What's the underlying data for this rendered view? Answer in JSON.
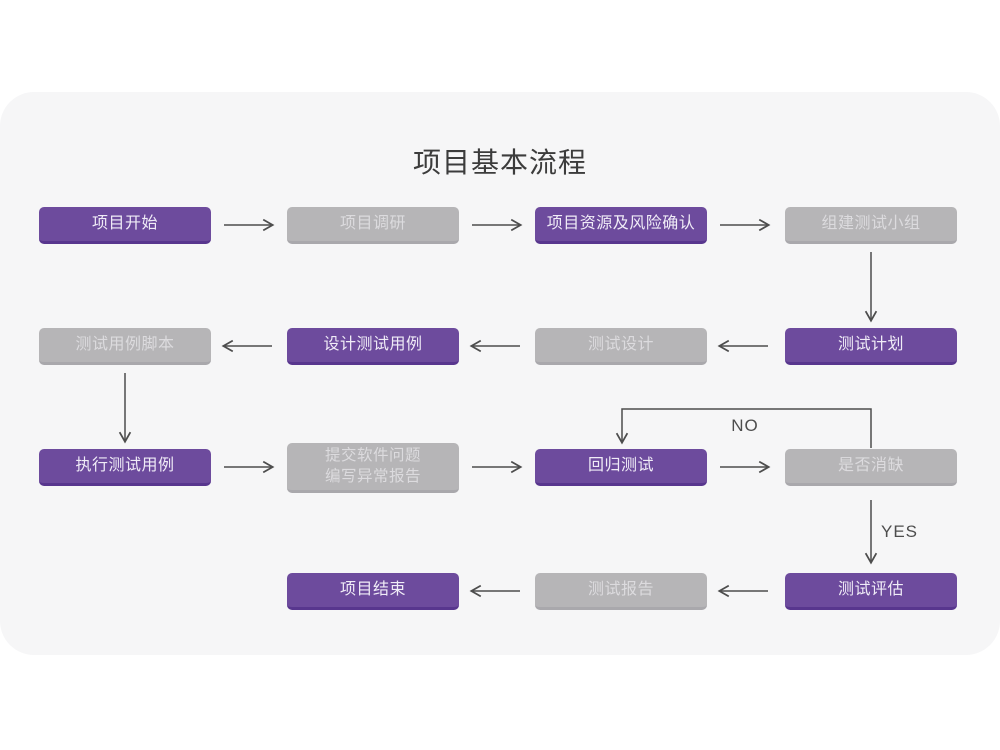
{
  "title": "项目基本流程",
  "colors": {
    "page": "#ffffff",
    "card": "#f6f6f7",
    "title": "#3c3c3c",
    "purple_fill": "#6d4b9d",
    "purple_edge": "#58368e",
    "gray_fill": "#b6b5b7",
    "gray_edge": "#a9a8ac",
    "node_text_purple": "#f0ecf7",
    "node_text_gray": "#dcdbde",
    "arrow": "#4d4d4d"
  },
  "flow_labels": {
    "no": "NO",
    "yes": "YES"
  },
  "nodes": {
    "start": {
      "label": "项目开始",
      "variant": "purple"
    },
    "research": {
      "label": "项目调研",
      "variant": "gray"
    },
    "risk": {
      "label": "项目资源及风险确认",
      "variant": "purple"
    },
    "team": {
      "label": "组建测试小组",
      "variant": "gray"
    },
    "script": {
      "label": "测试用例脚本",
      "variant": "gray"
    },
    "case_design": {
      "label": "设计测试用例",
      "variant": "purple"
    },
    "design": {
      "label": "测试设计",
      "variant": "gray"
    },
    "plan": {
      "label": "测试计划",
      "variant": "purple"
    },
    "execute": {
      "label": "执行测试用例",
      "variant": "purple"
    },
    "report_issue": {
      "line1": "提交软件问题",
      "line2": "编写异常报告",
      "variant": "gray"
    },
    "regression": {
      "label": "回归测试",
      "variant": "purple"
    },
    "defect_check": {
      "label": "是否消缺",
      "variant": "gray"
    },
    "end": {
      "label": "项目结束",
      "variant": "purple"
    },
    "report": {
      "label": "测试报告",
      "variant": "gray"
    },
    "evaluate": {
      "label": "测试评估",
      "variant": "purple"
    }
  }
}
